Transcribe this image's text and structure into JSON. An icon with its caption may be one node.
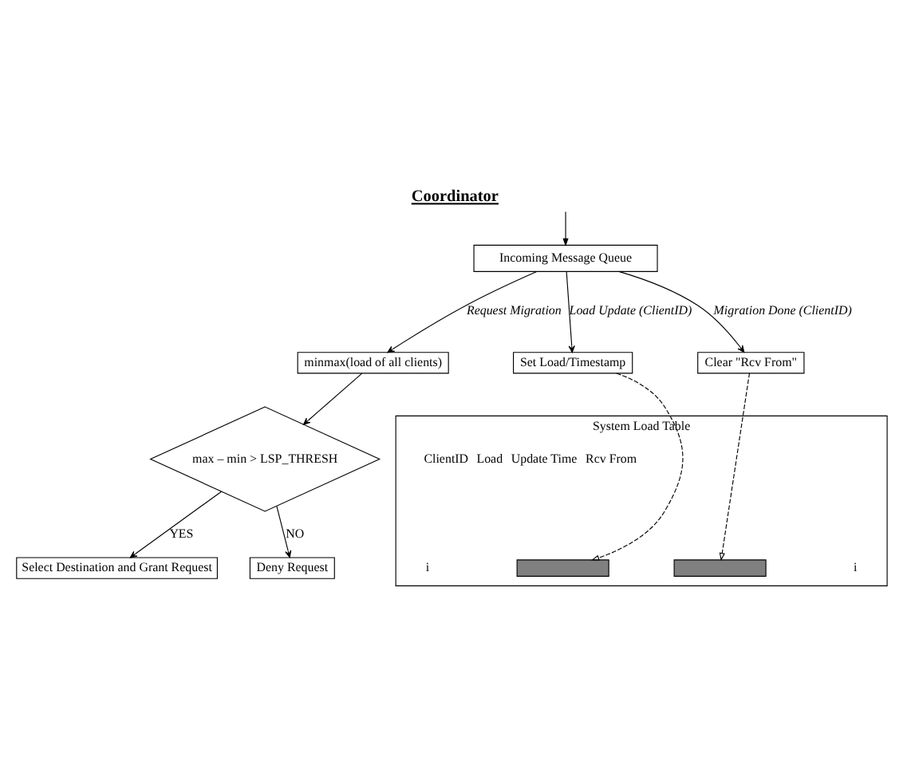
{
  "diagram": {
    "title": "Coordinator",
    "nodes": [
      {
        "text": [
          "Incoming Message Queue"
        ]
      },
      {
        "text": [
          "minmax(load of all clients)"
        ]
      },
      {
        "text": [
          "Set Load/Timestamp"
        ]
      },
      {
        "text": [
          "Clear \"Rcv From\""
        ]
      },
      {
        "text": [
          "max – min > LSP_THRESH"
        ]
      },
      {
        "text": [
          "Select Destination and Grant Request"
        ]
      },
      {
        "text": [
          "Deny Request"
        ]
      },
      {
        "text": [
          "System Load Table"
        ]
      },
      {
        "text": [],
        "shape": "bar",
        "in": 7
      },
      {
        "text": [],
        "shape": "bar",
        "in": 7
      }
    ],
    "edges": [
      {
        "from": null,
        "to": 0,
        "arrow": "to"
      },
      {
        "from": 0,
        "to": 1,
        "arrow": "to",
        "label": "Request Migration"
      },
      {
        "from": 0,
        "to": 2,
        "arrow": "to",
        "label": "Load Update (ClientID)"
      },
      {
        "from": 0,
        "to": 3,
        "arrow": "to",
        "label": "Migration Done (ClientID)"
      },
      {
        "from": 1,
        "to": 4,
        "arrow": "to"
      },
      {
        "from": 4,
        "to": 5,
        "arrow": "to",
        "label": "YES"
      },
      {
        "from": 4,
        "to": 6,
        "arrow": "to",
        "label": "NO"
      },
      {
        "from": 2,
        "to": 8,
        "arrow": "to",
        "style": "dashed"
      },
      {
        "from": 3,
        "to": 9,
        "arrow": "to",
        "style": "dashed"
      }
    ],
    "labels": [
      "ClientID",
      "Load",
      "Update Time",
      "Rcv From",
      "i",
      "i"
    ]
  }
}
